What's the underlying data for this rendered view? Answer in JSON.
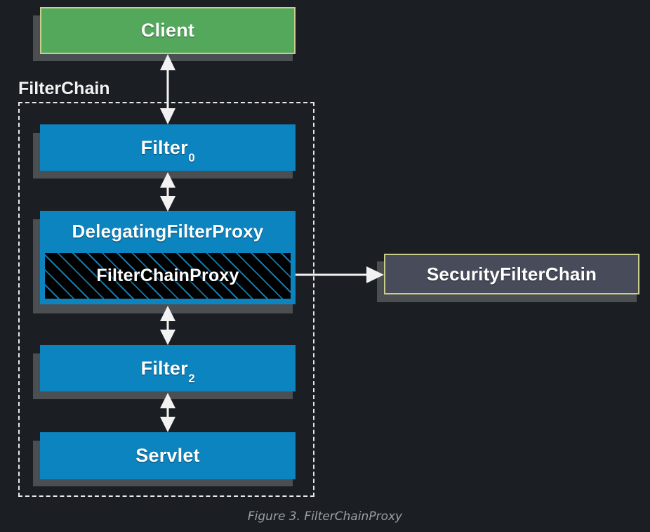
{
  "figure": {
    "caption": "Figure 3. FilterChainProxy",
    "background_color": "#1b1f24"
  },
  "container": {
    "label": "FilterChain",
    "border_style": "dashed",
    "border_color": "#e8e8e8"
  },
  "nodes": [
    {
      "id": "client",
      "label": "Client",
      "fill": "#53a85c",
      "border": "#cbcd8c",
      "text_color": "#ffffff"
    },
    {
      "id": "filter-0",
      "label": "Filter",
      "subscript": "0",
      "fill": "#0c84bf",
      "text_color": "#ffffff"
    },
    {
      "id": "delegating-filter-proxy",
      "label": "DelegatingFilterProxy",
      "fill": "#0c84bf",
      "text_color": "#ffffff"
    },
    {
      "id": "filter-chain-proxy",
      "label": "FilterChainProxy",
      "fill": "#000000",
      "hatch_color": "#1679ab",
      "text_color": "#ffffff"
    },
    {
      "id": "filter-2",
      "label": "Filter",
      "subscript": "2",
      "fill": "#0c84bf",
      "text_color": "#ffffff"
    },
    {
      "id": "servlet",
      "label": "Servlet",
      "fill": "#0c84bf",
      "text_color": "#ffffff"
    },
    {
      "id": "security-filter-chain",
      "label": "SecurityFilterChain",
      "fill": "#474b5a",
      "border": "#c9cc8a",
      "text_color": "#ffffff"
    }
  ],
  "connectors": [
    {
      "id": "client-to-filter0",
      "from": "client",
      "to": "filter-0",
      "style": "double-arrow-vertical"
    },
    {
      "id": "filter0-to-delegating",
      "from": "filter-0",
      "to": "delegating-filter-proxy",
      "style": "double-arrow-vertical"
    },
    {
      "id": "delegating-to-filter2",
      "from": "delegating-filter-proxy",
      "to": "filter-2",
      "style": "double-arrow-vertical"
    },
    {
      "id": "filter2-to-servlet",
      "from": "filter-2",
      "to": "servlet",
      "style": "double-arrow-vertical"
    },
    {
      "id": "proxy-to-security-chain",
      "from": "filter-chain-proxy",
      "to": "security-filter-chain",
      "style": "single-arrow-right"
    }
  ]
}
